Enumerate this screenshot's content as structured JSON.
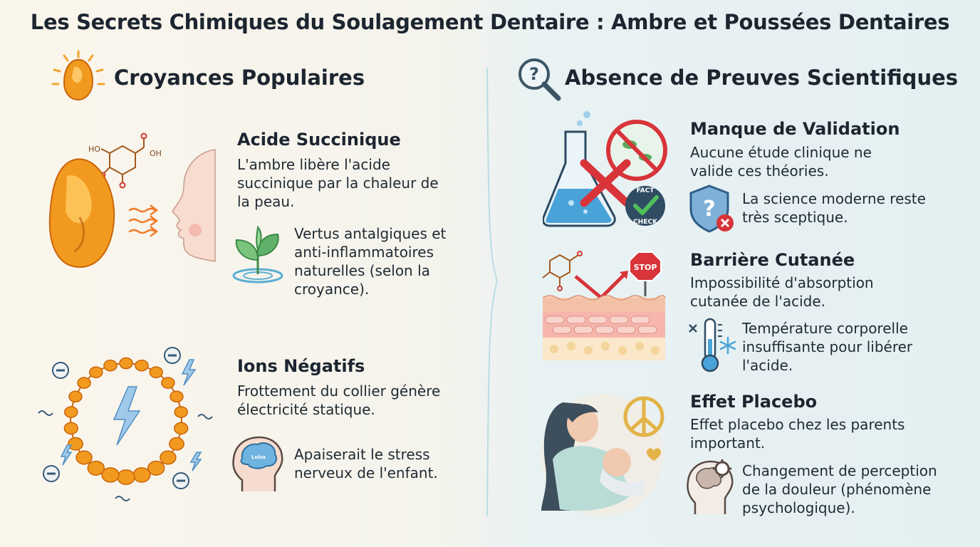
{
  "title": "Les Secrets Chimiques du Soulagement Dentaire : Ambre et Poussées Dentaires",
  "left": {
    "heading": "Croyances Populaires",
    "sections": [
      {
        "title": "Acide Succinique",
        "text": "L'ambre libère l'acide succinique par la chaleur de la peau.",
        "sub": "Vertus antalgiques et anti-inflammatoires naturelles (selon la croyance).",
        "molecule_labels": [
          "HO",
          "OH"
        ]
      },
      {
        "title": "Ions Négatifs",
        "text": "Frottement du collier génère électricité statique.",
        "sub": "Apaiserait le stress nerveux de l'enfant.",
        "brain_label": "Lulss"
      }
    ]
  },
  "right": {
    "heading": "Absence de Preuves Scientifiques",
    "sections": [
      {
        "title": "Manque de Validation",
        "text": "Aucune étude clinique ne valide ces théories.",
        "sub": "La science moderne reste très sceptique.",
        "badge": [
          "FACT",
          "CHECK"
        ]
      },
      {
        "title": "Barrière Cutanée",
        "text": "Impossibilité d'absorption cutanée de l'acide.",
        "sub": "Température corporelle insuffisante pour libérer l'acide.",
        "stop_sign": "STOP"
      },
      {
        "title": "Effet Placebo",
        "text": "Effet placebo chez les parents important.",
        "sub": "Changement de perception de la douleur (phénomène psychologique)."
      }
    ]
  },
  "icons": {
    "amber_gem": "amber-gem-icon",
    "magnifier": "magnifier-question-icon",
    "leaf": "leaf-icon",
    "brain_head": "brain-head-icon",
    "shield": "shield-question-icon",
    "thermometer": "thermometer-icon",
    "head_gear": "head-gear-icon"
  },
  "colors": {
    "amber": "#f29a1f",
    "amber_dark": "#c9650b",
    "blue": "#3b84c4",
    "red": "#d8343a",
    "green": "#4fa75a"
  }
}
